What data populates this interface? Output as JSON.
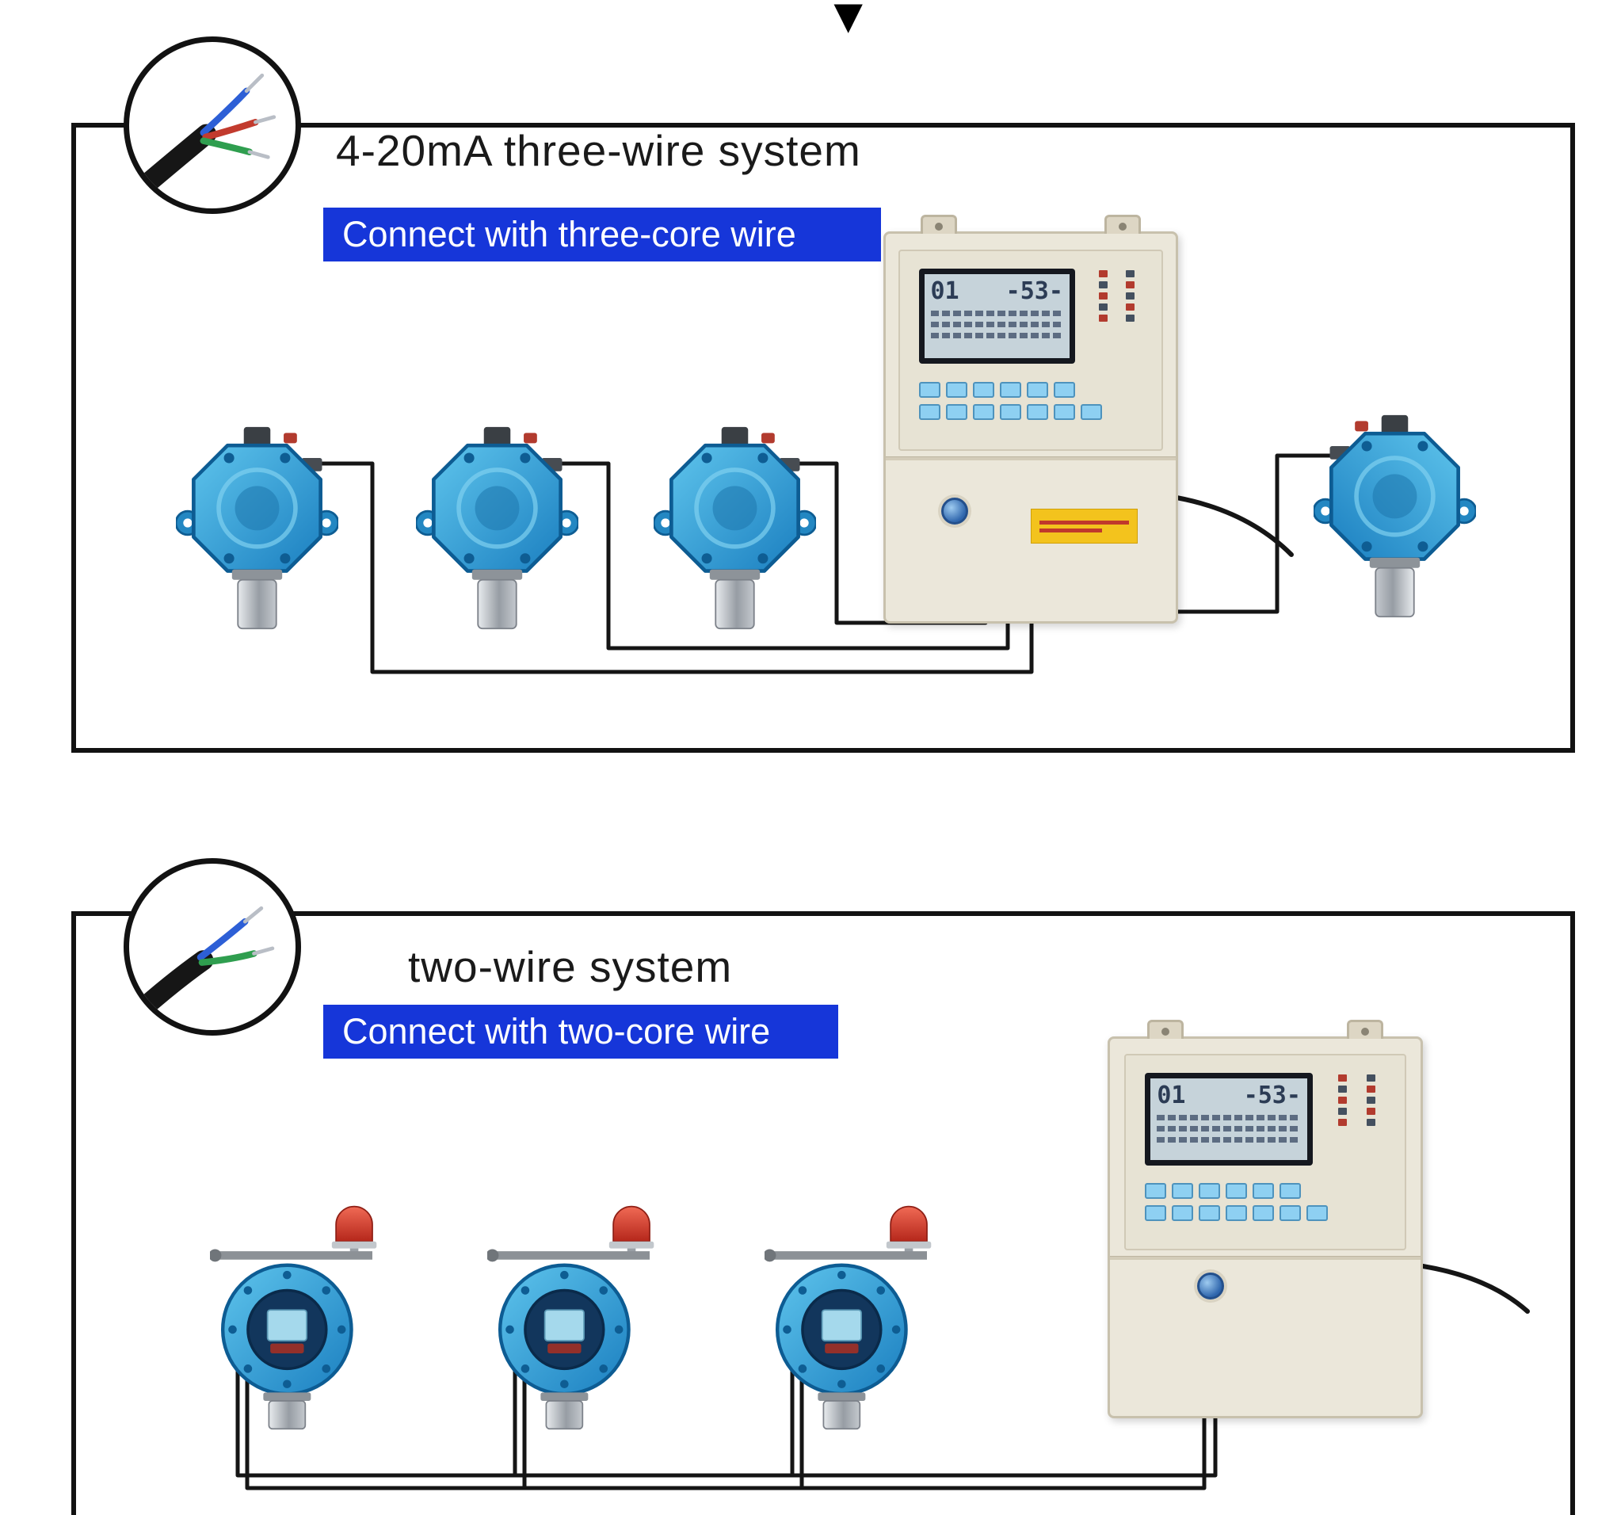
{
  "marker": {
    "glyph": "▼"
  },
  "sections": [
    {
      "title": "4-20mA three-wire system",
      "banner": "Connect with three-core wire"
    },
    {
      "title": "two-wire system",
      "banner": "Connect with two-core wire"
    }
  ],
  "controller": {
    "display_channel": "01",
    "display_value": "-53-"
  },
  "colors": {
    "banner_bg": "#1636d9",
    "wire_black": "#151515",
    "detector_blue": "#2b9ad6",
    "controller_body": "#ebe7da",
    "beacon_red": "#d8352a",
    "sticker_yellow": "#f3c31d",
    "wire_blue": "#2d5fd6",
    "wire_red": "#c23b2e",
    "wire_green": "#2f9e4f"
  }
}
